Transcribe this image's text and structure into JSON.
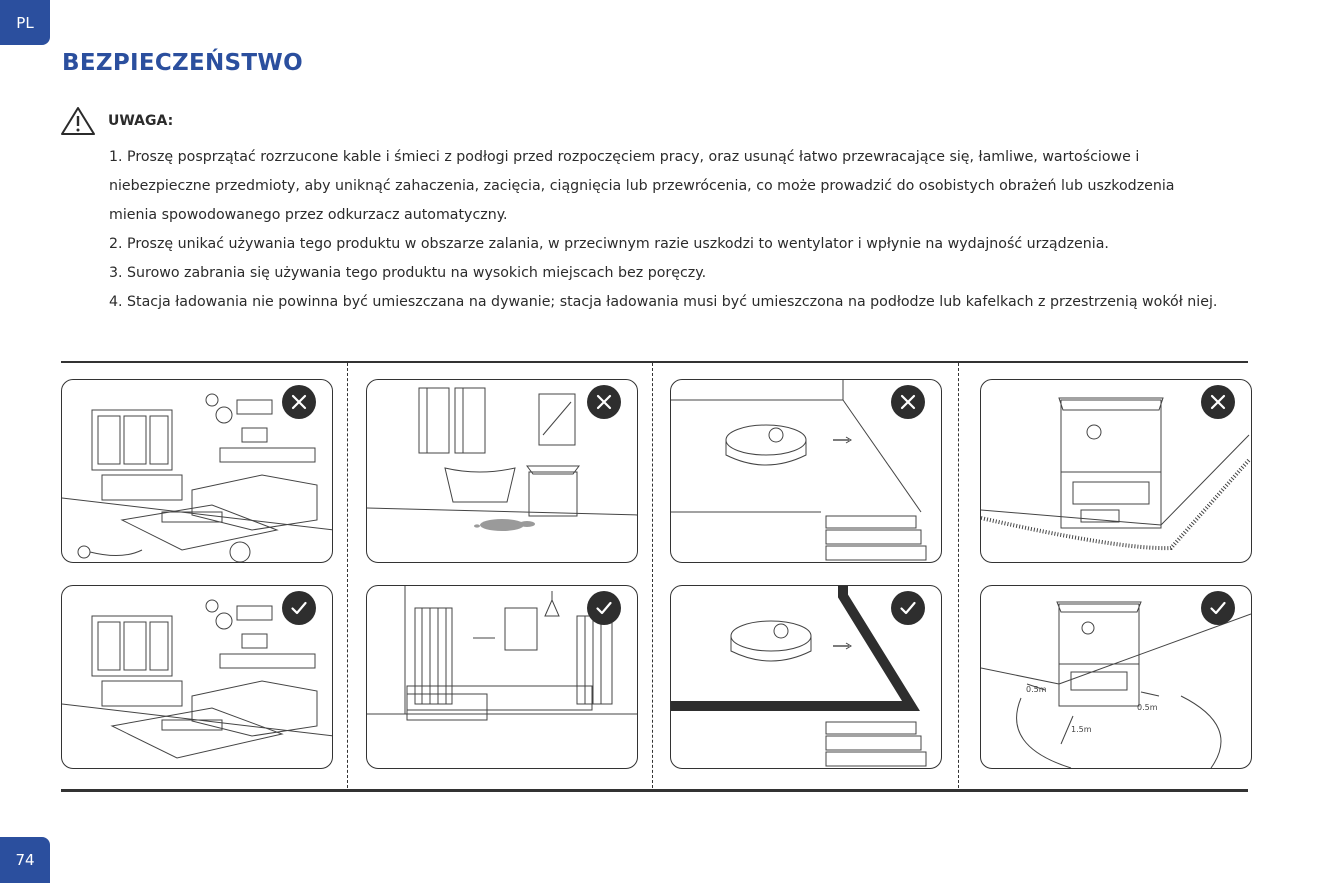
{
  "lang_tab": "PL",
  "page_number": "74",
  "title": "BEZPIECZEŃSTWO",
  "warning": {
    "label": "UWAGA:"
  },
  "instructions": {
    "line1": "1.  Proszę posprzątać rozrzucone kable i śmieci z podłogi przed rozpoczęciem pracy, oraz usunąć łatwo przewracające się, łamliwe, wartościowe i",
    "line2": "niebezpieczne przedmioty, aby uniknąć zahaczenia, zacięcia, ciągnięcia lub przewrócenia, co może prowadzić do osobistych obrażeń lub uszkodzenia",
    "line3": "mienia spowodowanego przez odkurzacz automatyczny.",
    "line4": "2.  Proszę unikać używania tego produktu w obszarze zalania, w przeciwnym razie uszkodzi to wentylator i wpłynie na wydajność urządzenia.",
    "line5": "3.  Surowo zabrania się używania tego produktu na wysokich miejscach bez poręczy.",
    "line6": "4.  Stacja ładowania nie powinna być umieszczana na dywanie; stacja ładowania musi być umieszczona na podłodze lub kafelkach z przestrzenią wokół niej."
  },
  "distance_labels": {
    "left": "0.5m",
    "right": "0.5m",
    "front": "1.5m"
  },
  "colors": {
    "brand_blue": "#2b4f9e",
    "badge": "#2e2e2e",
    "line": "#333333"
  },
  "panels": [
    {
      "name": "cluttered-living-room",
      "status": "incorrect",
      "icon": "cross-icon"
    },
    {
      "name": "flooded-bathroom",
      "status": "incorrect",
      "icon": "cross-icon"
    },
    {
      "name": "platform-without-railing",
      "status": "incorrect",
      "icon": "cross-icon"
    },
    {
      "name": "station-on-carpet",
      "status": "incorrect",
      "icon": "cross-icon"
    },
    {
      "name": "tidy-living-room",
      "status": "correct",
      "icon": "check-icon"
    },
    {
      "name": "dry-living-room",
      "status": "correct",
      "icon": "check-icon"
    },
    {
      "name": "platform-with-railing",
      "status": "correct",
      "icon": "check-icon"
    },
    {
      "name": "station-on-floor-with-clearance",
      "status": "correct",
      "icon": "check-icon"
    }
  ]
}
